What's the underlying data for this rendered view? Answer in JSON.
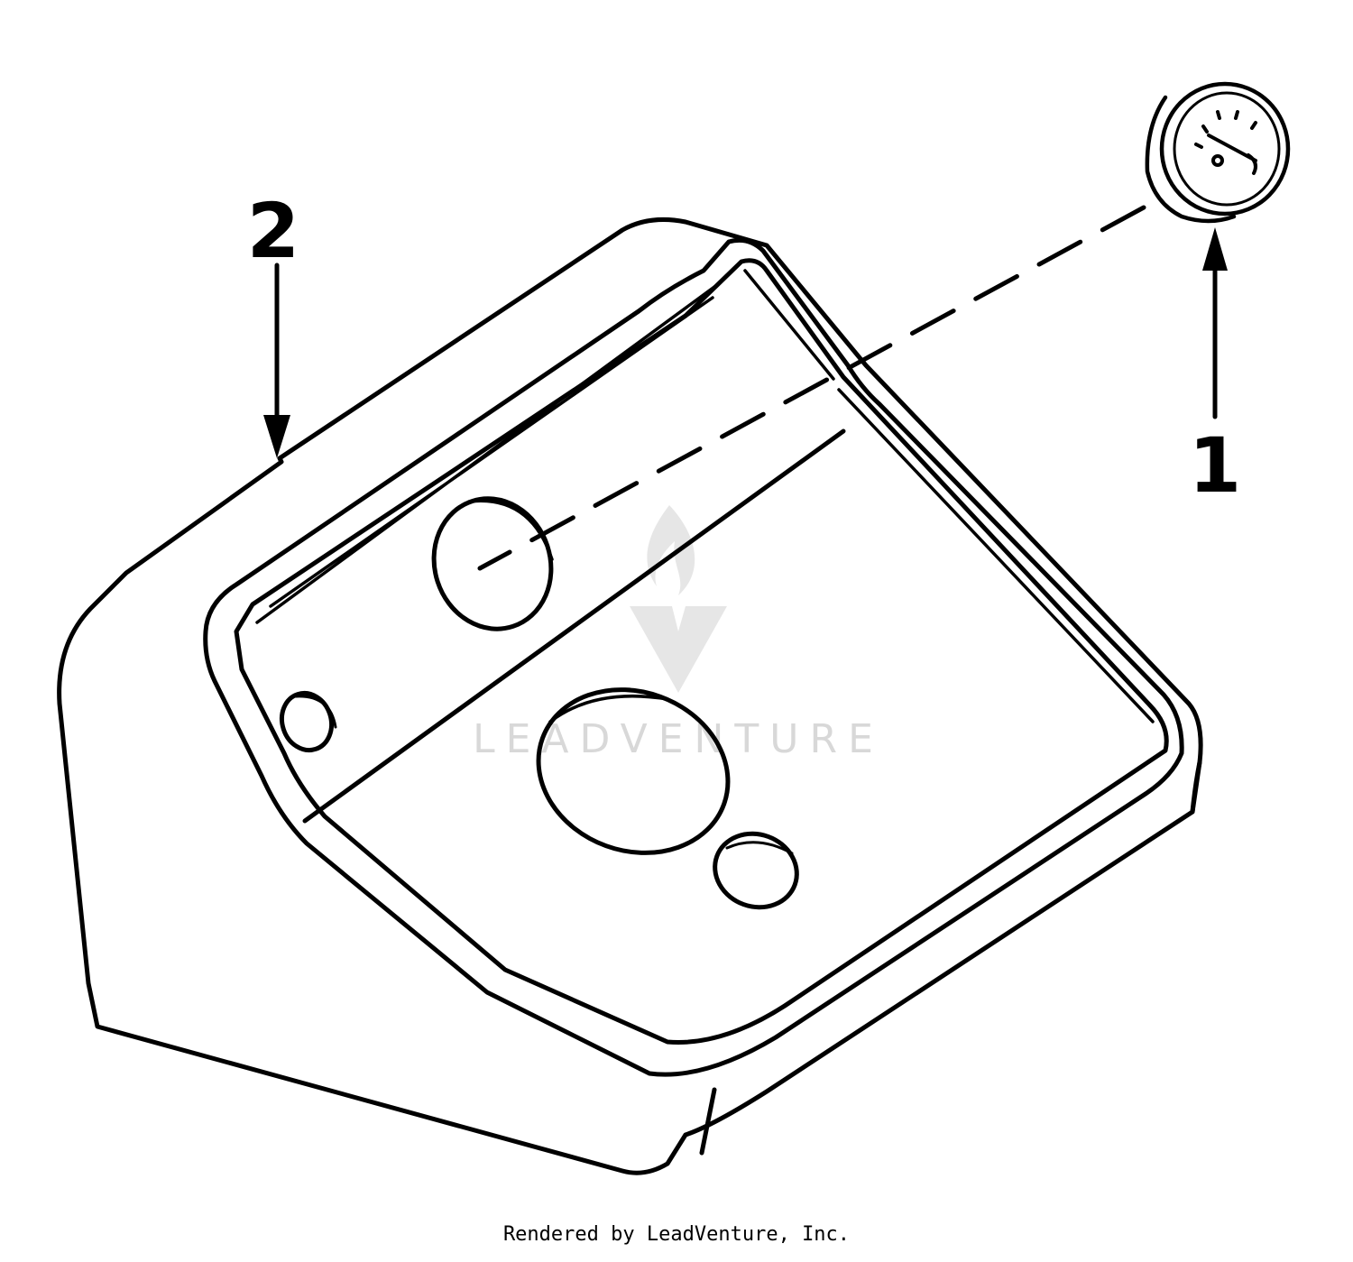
{
  "callouts": {
    "part_1": "1",
    "part_2": "2"
  },
  "watermark": {
    "text": "LEADVENTURE"
  },
  "footer": {
    "credit": "Rendered by LeadVenture, Inc."
  },
  "colors": {
    "ink": "#000000",
    "watermark": "#d8d8d8",
    "background": "#ffffff"
  }
}
